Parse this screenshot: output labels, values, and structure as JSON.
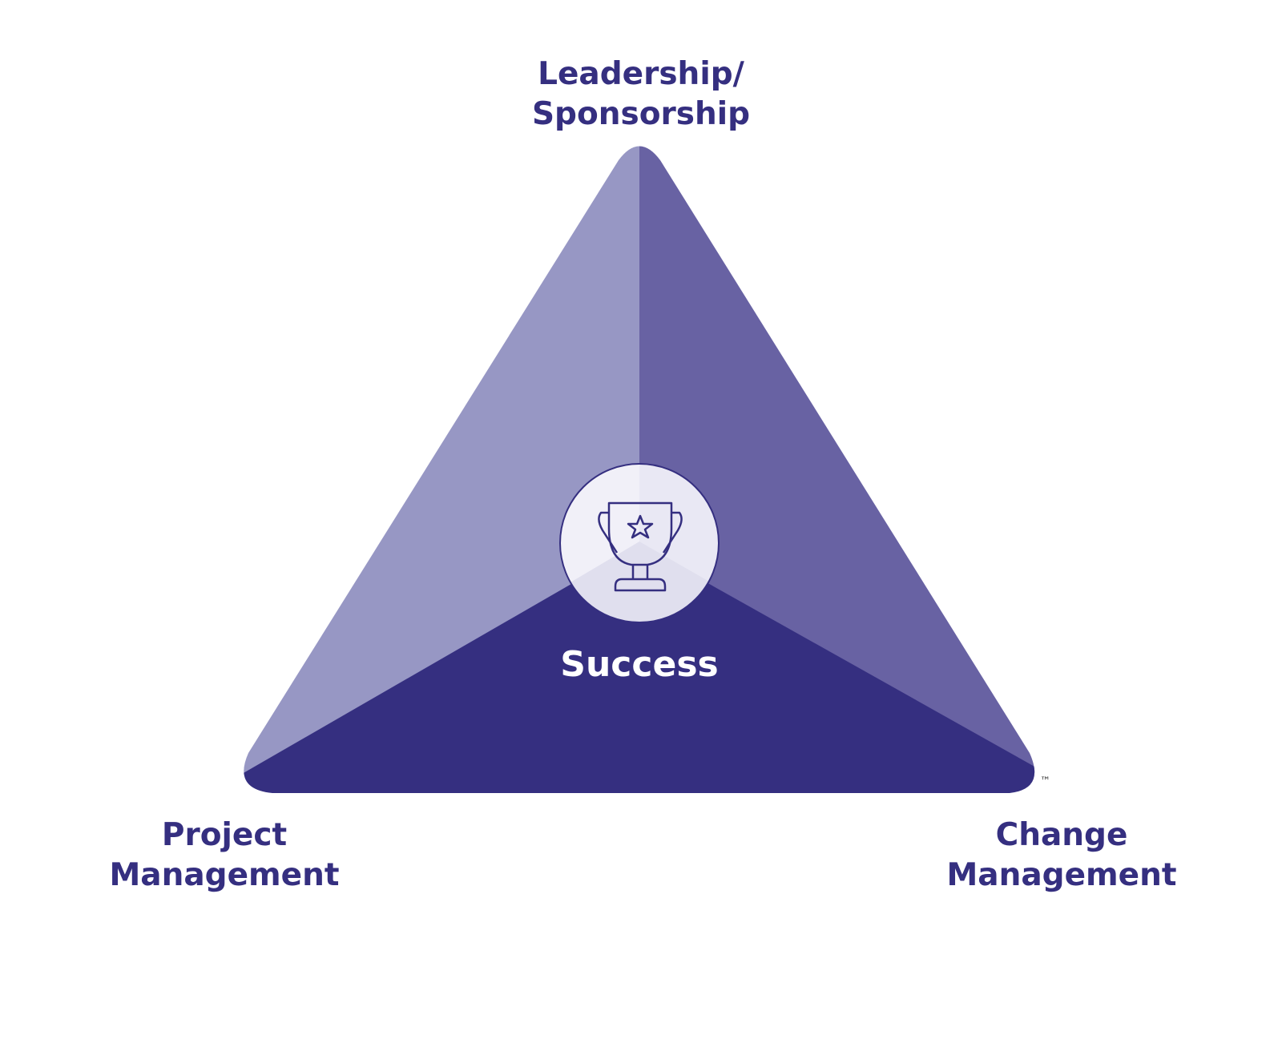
{
  "diagram": {
    "center_label": "Success",
    "center_icon": "trophy-star-icon",
    "trademark": "™",
    "vertices": {
      "top": {
        "line1": "Leadership/",
        "line2": "Sponsorship"
      },
      "bottom_left": {
        "line1": "Project",
        "line2": "Management"
      },
      "bottom_right": {
        "line1": "Change",
        "line2": "Management"
      }
    },
    "colors": {
      "left_segment": "#9797c4",
      "right_segment": "#6862a3",
      "bottom_segment": "#352f80",
      "label_text": "#352f80",
      "center_circle": "#f1f0f8"
    }
  }
}
